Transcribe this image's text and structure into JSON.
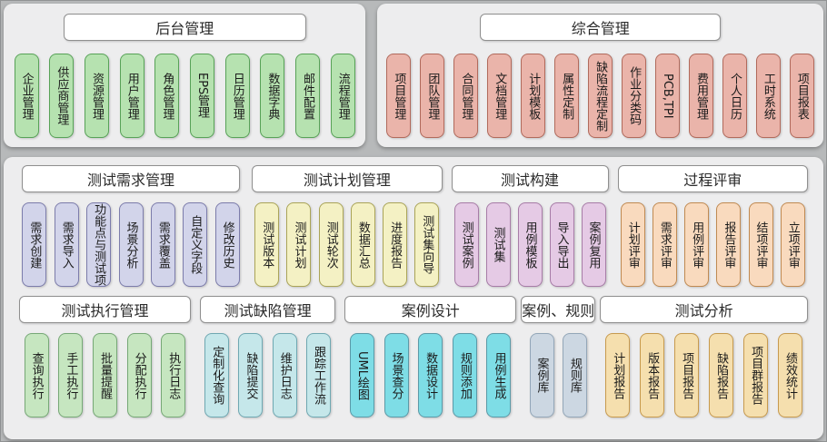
{
  "colors": {
    "page_bg": "#b7b9ba",
    "panel_bg": "#ededee"
  },
  "sections": {
    "backend": {
      "title": "后台管理",
      "fill": "#b6e2b0",
      "border": "#58a258",
      "items": [
        "企业管理",
        "供应商管理",
        "资源管理",
        "用户管理",
        "角色管理",
        "EPS管理",
        "日历管理",
        "数据字典",
        "邮件配置",
        "流程管理"
      ]
    },
    "integrated": {
      "title": "综合管理",
      "fill": "#eab4aa",
      "border": "#b16a5c",
      "items": [
        "项目管理",
        "团队管理",
        "合同管理",
        "文档管理",
        "计划模板",
        "属性定制",
        "缺陷流程定制",
        "作业分类码",
        "PCB,TPI",
        "费用管理",
        "个人日历",
        "工时系统",
        "项目报表"
      ]
    },
    "req": {
      "title": "测试需求管理",
      "fill": "#d2d4ea",
      "border": "#7c7cab",
      "items": [
        "需求创建",
        "需求导入",
        "功能点与测试项",
        "场景分析",
        "需求覆盖",
        "自定义字段",
        "修改历史"
      ]
    },
    "plan": {
      "title": "测试计划管理",
      "fill": "#f4f1c4",
      "border": "#aaa458",
      "items": [
        "测试版本",
        "测试计划",
        "测试轮次",
        "数据汇总",
        "进度报告",
        "测试集向导"
      ]
    },
    "build": {
      "title": "测试构建",
      "fill": "#e5cae5",
      "border": "#a77ca7",
      "items": [
        "测试案例",
        "测试集",
        "用例模板",
        "导入导出",
        "案例复用"
      ]
    },
    "review": {
      "title": "过程评审",
      "fill": "#f9dabe",
      "border": "#c08a52",
      "items": [
        "计划评审",
        "需求评审",
        "用例评审",
        "报告评审",
        "结项评审",
        "立项评审"
      ]
    },
    "exec": {
      "title": "测试执行管理",
      "fill": "#c6e6c0",
      "border": "#76a876",
      "items": [
        "查询执行",
        "手工执行",
        "批量提醒",
        "分配执行",
        "执行日志"
      ]
    },
    "defect": {
      "title": "测试缺陷管理",
      "fill": "#c5e7ea",
      "border": "#6fa8b2",
      "items": [
        "定制化查询",
        "缺陷提交",
        "维护日志",
        "跟踪工作流"
      ]
    },
    "design": {
      "title": "案例设计",
      "fill": "#7edde6",
      "border": "#5b9aa8",
      "items": [
        "UML绘图",
        "场景查分",
        "数据设计",
        "规则添加",
        "用例生成"
      ]
    },
    "library": {
      "title": "案例、规则",
      "fill": "#ccd7e2",
      "border": "#93a6b8",
      "items": [
        "案例库",
        "规则库"
      ]
    },
    "analysis": {
      "title": "测试分析",
      "fill": "#f5dfae",
      "border": "#c79a4e",
      "items": [
        "计划报告",
        "版本报告",
        "项目报告",
        "缺陷报告",
        "项目群报告",
        "绩效统计"
      ]
    }
  }
}
